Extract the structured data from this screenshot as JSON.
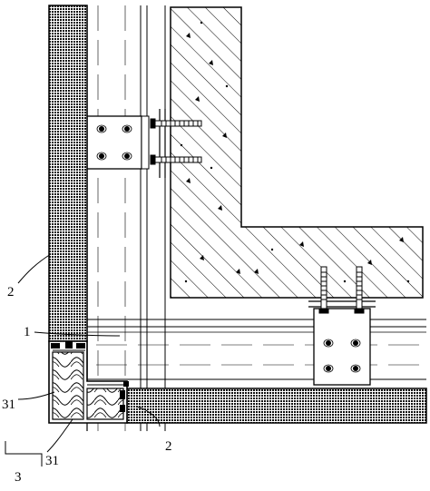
{
  "labels": {
    "panel_vertical": "2",
    "panel_horizontal": "2",
    "frame": "1",
    "insulation_upper": "31",
    "insulation_lower": "31",
    "assembly": "3"
  }
}
